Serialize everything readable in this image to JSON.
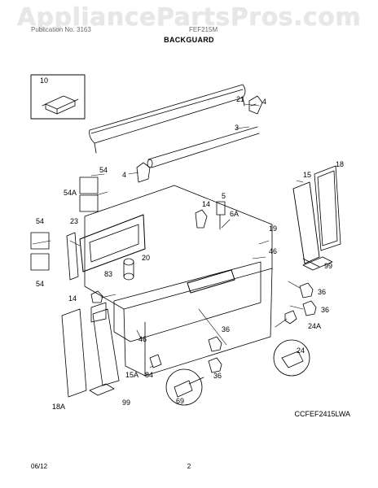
{
  "watermark": "AppliancePartsPros.com",
  "header": {
    "publication": "Publication No. 3163",
    "model": "FEF215M",
    "section_title": "BACKGUARD"
  },
  "model_code": "CCFEF2415LWA",
  "footer": {
    "date": "06/12",
    "page": "2"
  },
  "part_labels": [
    "10",
    "21",
    "4",
    "3",
    "18",
    "54",
    "4",
    "15",
    "54A",
    "14",
    "5",
    "6A",
    "19",
    "54",
    "23",
    "46",
    "99",
    "20",
    "83",
    "54",
    "36",
    "36",
    "14",
    "24A",
    "46",
    "36",
    "24",
    "15A",
    "84",
    "36",
    "69",
    "18A",
    "99"
  ],
  "colors": {
    "line": "#000000",
    "watermark": "#e7e7e7",
    "header_text": "#6b6b6b"
  }
}
